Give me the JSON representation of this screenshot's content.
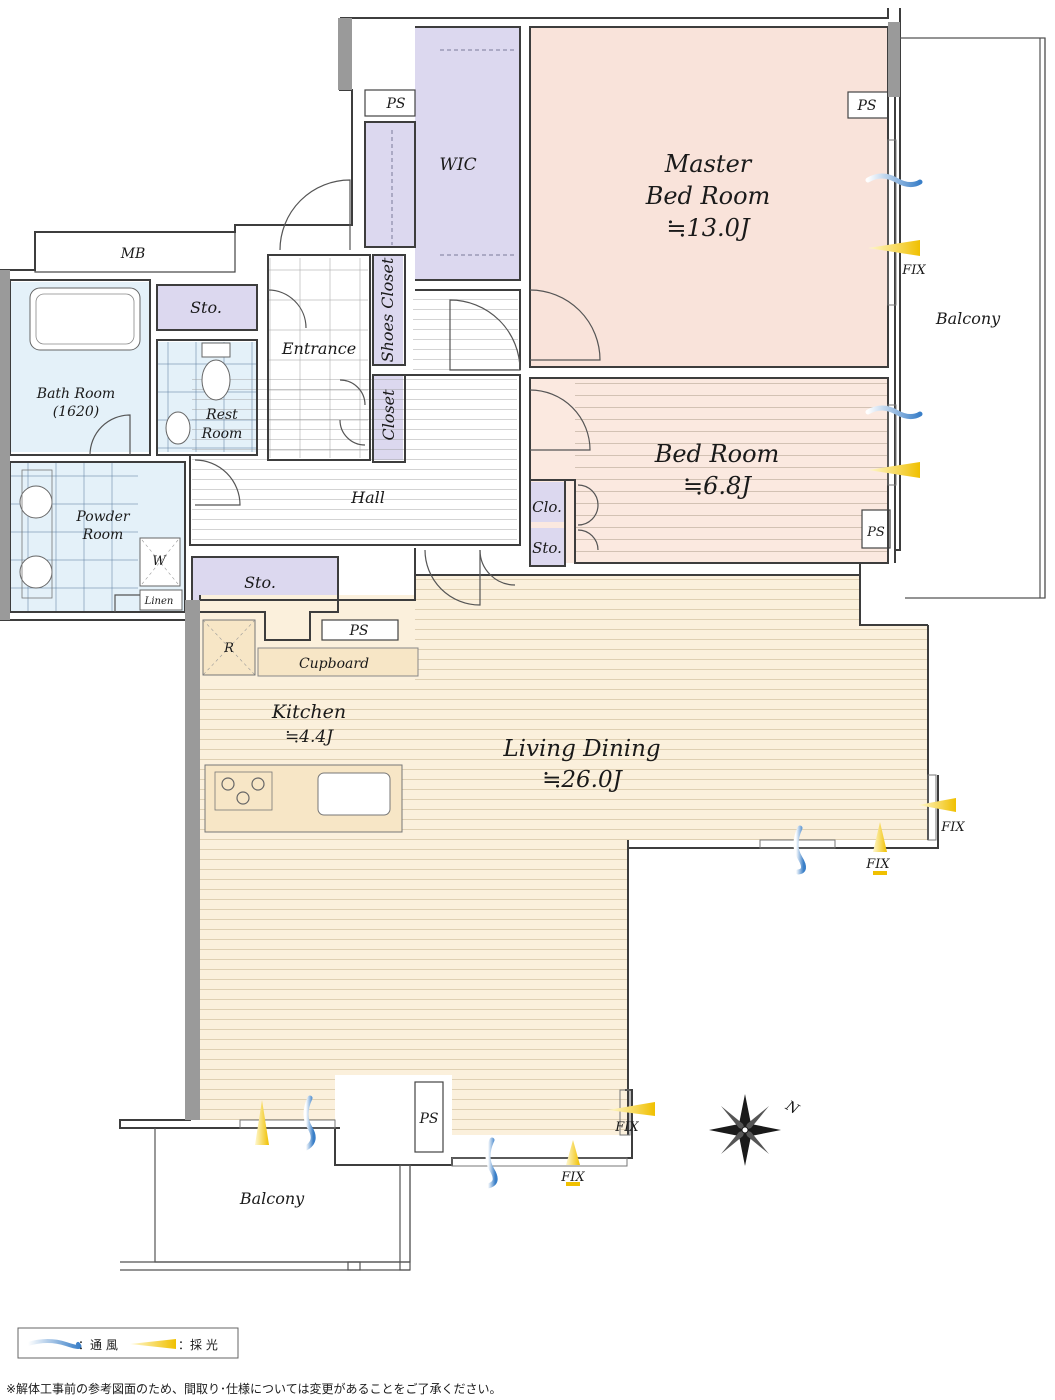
{
  "rooms": {
    "wic": "WIC",
    "master": {
      "line1": "Master",
      "line2": "Bed Room",
      "size": "≒13.0J"
    },
    "bed": {
      "line1": "Bed Room",
      "size": "≒6.8J"
    },
    "mb": "MB",
    "bath": {
      "line1": "Bath Room",
      "line2": "(1620)"
    },
    "sto_top": "Sto.",
    "entrance": "Entrance",
    "shoes_closet": "Shoes Closet",
    "closet": "Closet",
    "rest": {
      "line1": "Rest",
      "line2": "Room"
    },
    "hall": "Hall",
    "clo": "Clo.",
    "sto_bed": "Sto.",
    "powder": {
      "line1": "Powder",
      "line2": "Room"
    },
    "washer": "W",
    "linen": "Linen",
    "sto_mid": "Sto.",
    "ps_mid": "PS",
    "fridge": "R",
    "cupboard": "Cupboard",
    "kitchen": {
      "line1": "Kitchen",
      "size": "≒4.4J"
    },
    "living": {
      "line1": "Living Dining",
      "size": "≒26.0J"
    },
    "ps_bottom": "PS",
    "balcony_right": "Balcony",
    "balcony_bottom": "Balcony"
  },
  "labels": {
    "ps_wic": "PS",
    "ps_master": "PS",
    "ps_bed": "PS",
    "fix_master": "FIX",
    "fix_ld_right": "FIX",
    "fix_ld_bottom": "FIX",
    "fix_ld_lower_right": "FIX",
    "fix_ld_lower_bottom": "FIX"
  },
  "compass": {
    "north": "N"
  },
  "legend": {
    "wind": "：通 風",
    "light": "：採 光"
  },
  "note": "※解体工事前の参考図面のため、間取り･仕様については変更があることをご了承ください。",
  "colors": {
    "wall": "#3d3d3d",
    "master_fill": "#f9e3da",
    "bed_fill": "#fbe9e0",
    "wic_fill": "#dcd8ef",
    "wet_fill": "#e4f1f9",
    "ld_fill": "#fbf0dc",
    "wind": "#4a8fd0",
    "light": "#f2c200"
  }
}
